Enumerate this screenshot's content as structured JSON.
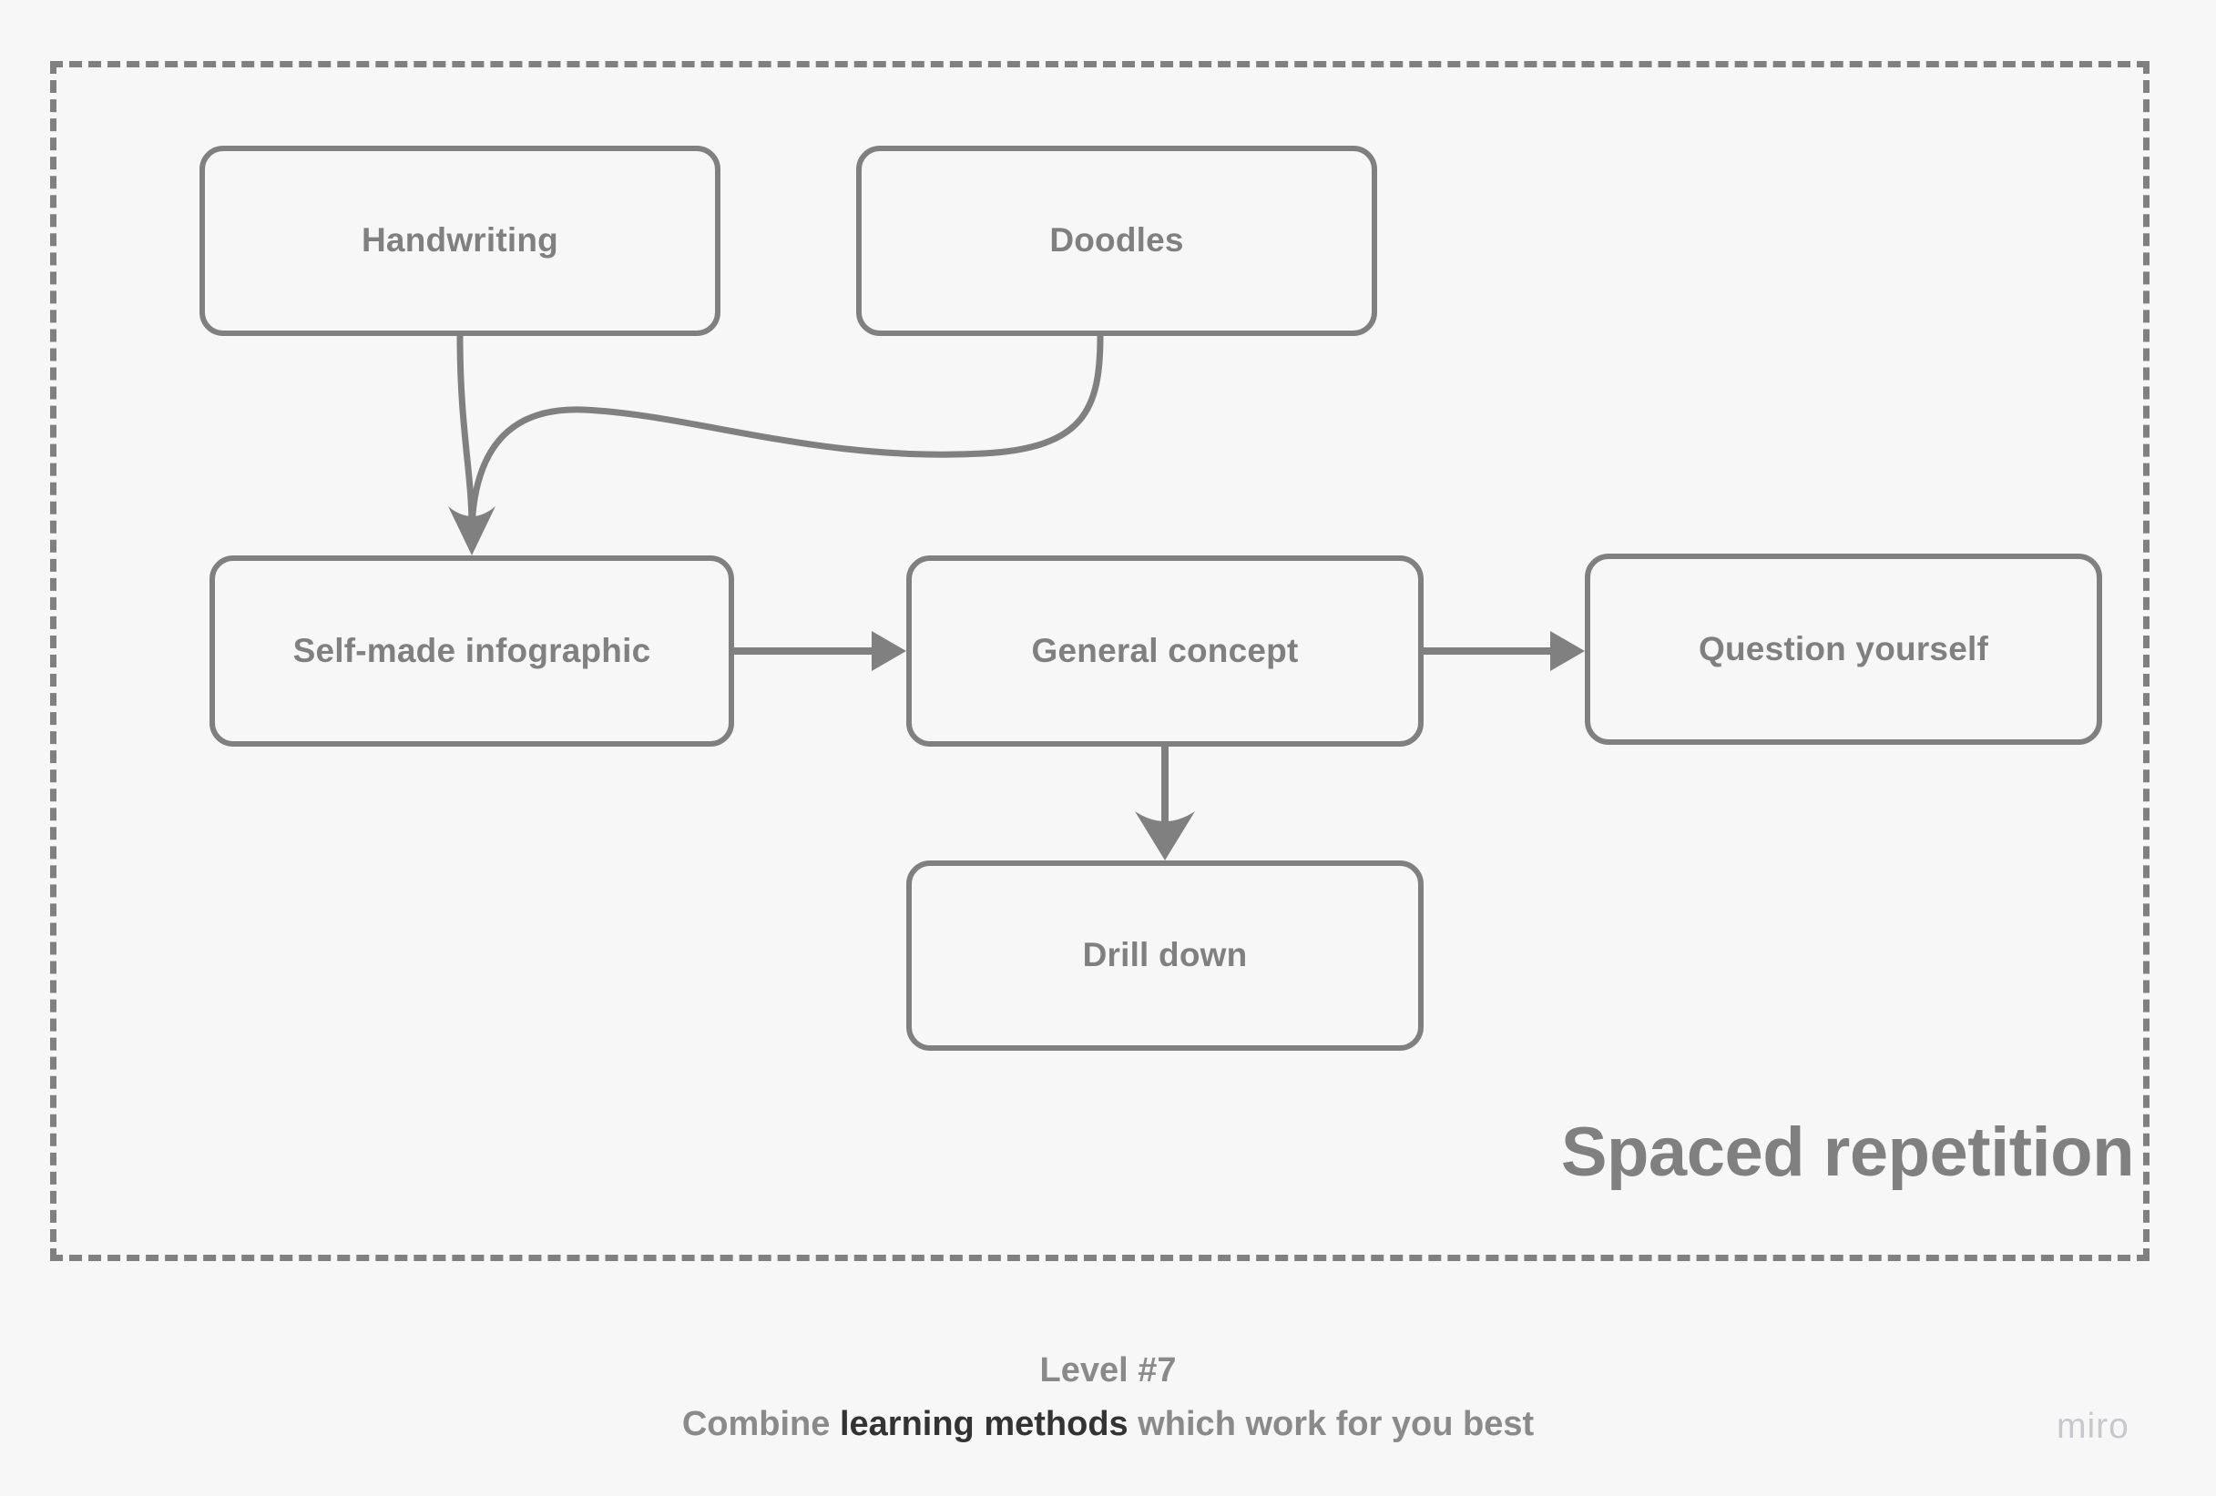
{
  "canvas": {
    "background_color": "#f7f7f7",
    "stroke_color": "#808080",
    "text_color": "#808080",
    "emphasis_color": "#333333",
    "watermark_color": "#c7c7ce"
  },
  "frame": {
    "style": "dashed",
    "title": "Spaced repetition"
  },
  "diagram": {
    "type": "flowchart",
    "nodes": [
      {
        "id": "handwriting",
        "label": "Handwriting"
      },
      {
        "id": "doodles",
        "label": "Doodles"
      },
      {
        "id": "infographic",
        "label": "Self-made infographic"
      },
      {
        "id": "general-concept",
        "label": "General concept"
      },
      {
        "id": "question-yourself",
        "label": "Question yourself"
      },
      {
        "id": "drill-down",
        "label": "Drill down"
      }
    ],
    "edges": [
      {
        "from": "handwriting",
        "to": "infographic",
        "style": "curved",
        "arrow": true
      },
      {
        "from": "doodles",
        "to": "infographic",
        "style": "curved",
        "arrow": true
      },
      {
        "from": "infographic",
        "to": "general-concept",
        "style": "straight",
        "arrow": true
      },
      {
        "from": "general-concept",
        "to": "question-yourself",
        "style": "straight",
        "arrow": true
      },
      {
        "from": "general-concept",
        "to": "drill-down",
        "style": "straight",
        "arrow": true
      }
    ]
  },
  "caption": {
    "level": "Level #7",
    "text_before": "Combine ",
    "text_emphasis": "learning methods",
    "text_after": " which work for you best"
  },
  "watermark": {
    "label": "miro"
  }
}
